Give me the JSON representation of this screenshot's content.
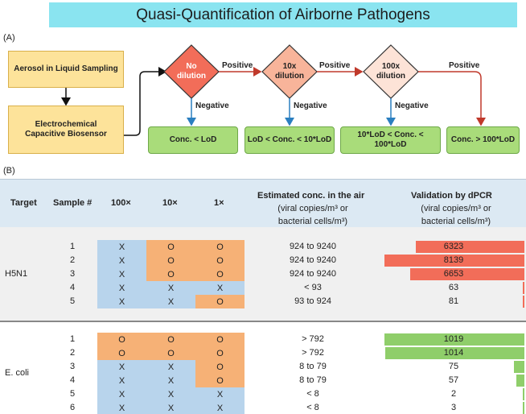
{
  "title": "Quasi-Quantification of Airborne Pathogens",
  "panels": {
    "a": "(A)",
    "b": "(B)"
  },
  "flow": {
    "sampling": "Aerosol in Liquid Sampling",
    "biosensor": "Electrochemical Capacitive Biosensor",
    "diamonds": [
      "No dilution",
      "10x dilution",
      "100x dilution"
    ],
    "positive": "Positive",
    "negative": "Negative",
    "results": [
      "Conc. < LoD",
      "LoD < Conc. < 10*LoD",
      "10*LoD < Conc. < 100*LoD",
      "Conc. > 100*LoD"
    ]
  },
  "table": {
    "headers": {
      "target": "Target",
      "sample": "Sample #",
      "d100": "100×",
      "d10": "10×",
      "d1": "1×",
      "est": "Estimated conc. in the air",
      "est_sub1": "(viral copies/m³ or",
      "est_sub2": "bacterial cells/m³)",
      "val": "Validation by dPCR",
      "val_sub1": "(viral copies/m³ or",
      "val_sub2": "bacterial cells/m³)"
    },
    "groups": [
      {
        "target": "H5N1",
        "rows": [
          {
            "sample": "1",
            "d100": "X",
            "d10": "O",
            "d1": "O",
            "est": "924 to 9240",
            "dpcr": 6323
          },
          {
            "sample": "2",
            "d100": "X",
            "d10": "O",
            "d1": "O",
            "est": "924 to 9240",
            "dpcr": 8139
          },
          {
            "sample": "3",
            "d100": "X",
            "d10": "O",
            "d1": "O",
            "est": "924 to 9240",
            "dpcr": 6653
          },
          {
            "sample": "4",
            "d100": "X",
            "d10": "X",
            "d1": "X",
            "est": "< 93",
            "dpcr": 63
          },
          {
            "sample": "5",
            "d100": "X",
            "d10": "X",
            "d1": "O",
            "est": "93 to 924",
            "dpcr": 81
          }
        ]
      },
      {
        "target": "E. coli",
        "rows": [
          {
            "sample": "1",
            "d100": "O",
            "d10": "O",
            "d1": "O",
            "est": "> 792",
            "dpcr": 1019
          },
          {
            "sample": "2",
            "d100": "O",
            "d10": "O",
            "d1": "O",
            "est": "> 792",
            "dpcr": 1014
          },
          {
            "sample": "3",
            "d100": "X",
            "d10": "X",
            "d1": "O",
            "est": "8 to 79",
            "dpcr": 75
          },
          {
            "sample": "4",
            "d100": "X",
            "d10": "X",
            "d1": "O",
            "est": "8 to 79",
            "dpcr": 57
          },
          {
            "sample": "5",
            "d100": "X",
            "d10": "X",
            "d1": "X",
            "est": "< 8",
            "dpcr": 2
          },
          {
            "sample": "6",
            "d100": "X",
            "d10": "X",
            "d1": "X",
            "est": "< 8",
            "dpcr": 3
          }
        ]
      }
    ]
  },
  "colors": {
    "h5n1_bar": "#f26d59",
    "ecoli_bar": "#8fce6a",
    "positive_cell": "#f6b176",
    "negative_cell": "#b8d4ec",
    "arrow_positive": "#c0392b",
    "arrow_negative": "#2b7fc0"
  }
}
